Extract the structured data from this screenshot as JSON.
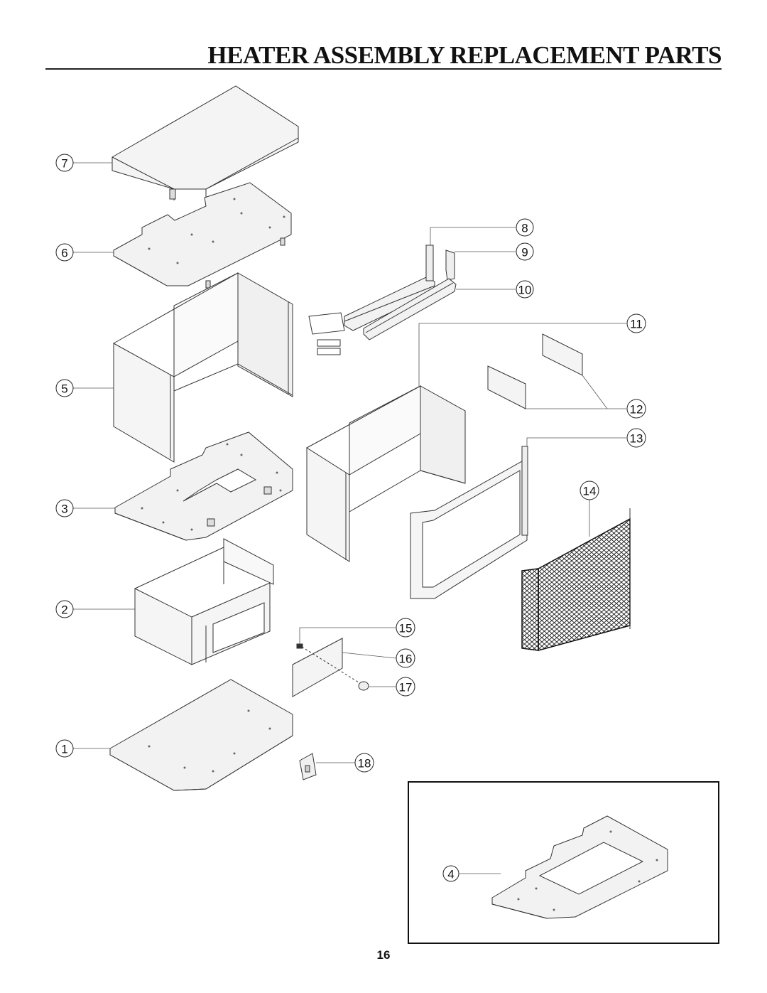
{
  "title": "HEATER ASSEMBLY REPLACEMENT PARTS",
  "page_number": "16",
  "callouts": [
    "1",
    "2",
    "3",
    "4",
    "5",
    "6",
    "7",
    "8",
    "9",
    "10",
    "11",
    "12",
    "13",
    "14",
    "15",
    "16",
    "17",
    "18"
  ]
}
